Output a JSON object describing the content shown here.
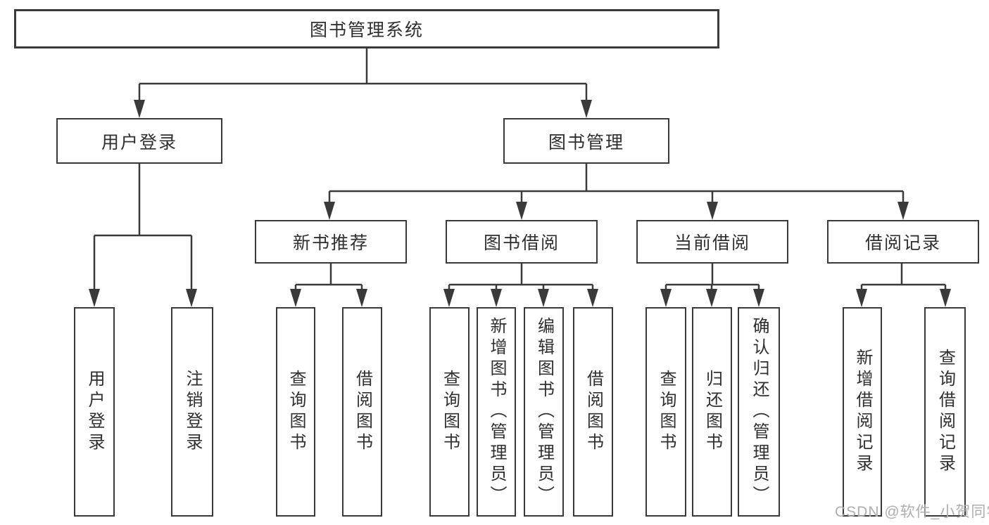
{
  "colors": {
    "line": "#3a3a3a",
    "box_border": "#3a3a3a",
    "text": "#2f2f2f",
    "watermark_text": "#aeaeae",
    "background": "#ffffff"
  },
  "nodes": {
    "root": "图书管理系统",
    "level1": {
      "user_login": "用户登录",
      "book_manage": "图书管理"
    },
    "user_login_children": {
      "user_login": "用户登录",
      "logout": "注销登录"
    },
    "level2": {
      "new_book_rec": "新书推荐",
      "book_borrow": "图书借阅",
      "current_borrow": "当前借阅",
      "borrow_records": "借阅记录"
    },
    "new_book_rec_children": {
      "query_books": "查询图书",
      "borrow_books": "借阅图书"
    },
    "book_borrow_children": {
      "query_books": "查询图书",
      "add_books": "新增图书（管理员）",
      "edit_books": "编辑图书（管理员）",
      "borrow_books": "借阅图书"
    },
    "current_borrow_children": {
      "query_books": "查询图书",
      "return_books": "归还图书",
      "confirm_return": "确认归还（管理员）"
    },
    "borrow_records_children": {
      "add_record": "新增借阅记录",
      "query_record": "查询借阅记录"
    }
  },
  "watermark": "CSDN @软件_小贺同学"
}
